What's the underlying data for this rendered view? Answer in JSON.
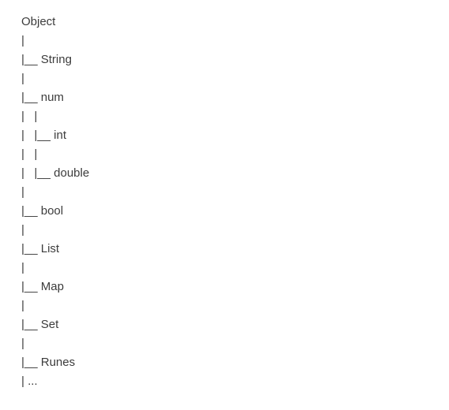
{
  "tree": {
    "lines": [
      "Object",
      "|",
      "|__ String",
      "|",
      "|__ num",
      "|   |",
      "|   |__ int",
      "|   |",
      "|   |__ double",
      "|",
      "|__ bool",
      "|",
      "|__ List",
      "|",
      "|__ Map",
      "|",
      "|__ Set",
      "|",
      "|__ Runes",
      "| ..."
    ]
  }
}
